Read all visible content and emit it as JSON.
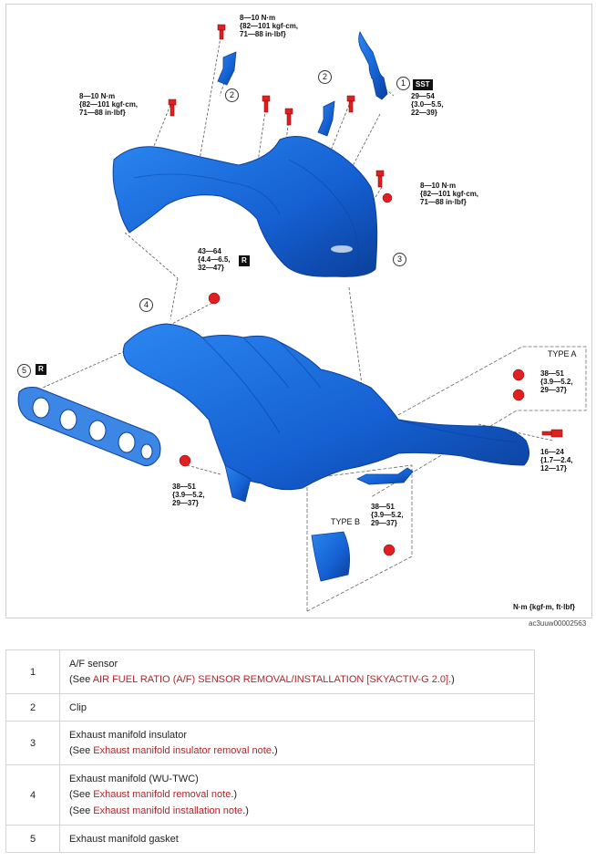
{
  "diagram": {
    "torque_labels": [
      "8—10 N·m\n{82—101 kgf·cm,\n71—88 in·lbf}",
      "8—10 N·m\n{82—101 kgf·cm,\n71—88 in·lbf}",
      "29—54\n{3.0—5.5,\n22—39}",
      "8—10 N·m\n{82—101 kgf·cm,\n71—88 in·lbf}",
      "43—64\n{4.4—6.5,\n32—47}",
      "38—51\n{3.9—5.2,\n29—37}",
      "16—24\n{1.7—2.4,\n12—17}",
      "38—51\n{3.9—5.2,\n29—37}",
      "38—51\n{3.9—5.2,\n29—37}"
    ],
    "badges": {
      "sst": "SST",
      "r": "R"
    },
    "callouts": [
      "1",
      "2",
      "2",
      "3",
      "4",
      "5"
    ],
    "type_a": "TYPE A",
    "type_b": "TYPE B",
    "units": "N·m {kgf·m, ft·lbf}",
    "image_code": "ac3uuw00002563",
    "colors": {
      "part": "#1565d8",
      "part_dark": "#0b3f9a",
      "bolt": "#e02020"
    }
  },
  "parts": [
    {
      "num": "1",
      "name": "A/F sensor",
      "refs": [
        {
          "prefix": "(See ",
          "link": "AIR FUEL RATIO (A/F) SENSOR REMOVAL/INSTALLATION [SKYACTIV-G 2.0]",
          "suffix": ".)"
        }
      ]
    },
    {
      "num": "2",
      "name": "Clip",
      "refs": []
    },
    {
      "num": "3",
      "name": "Exhaust manifold insulator",
      "refs": [
        {
          "prefix": "(See ",
          "link": "Exhaust manifold insulator removal note",
          "suffix": ".)"
        }
      ]
    },
    {
      "num": "4",
      "name": "Exhaust manifold (WU-TWC)",
      "refs": [
        {
          "prefix": "(See ",
          "link": "Exhaust manifold removal note",
          "suffix": ".)"
        },
        {
          "prefix": "(See ",
          "link": "Exhaust manifold installation note",
          "suffix": ".)"
        }
      ]
    },
    {
      "num": "5",
      "name": "Exhaust manifold gasket",
      "refs": []
    }
  ]
}
